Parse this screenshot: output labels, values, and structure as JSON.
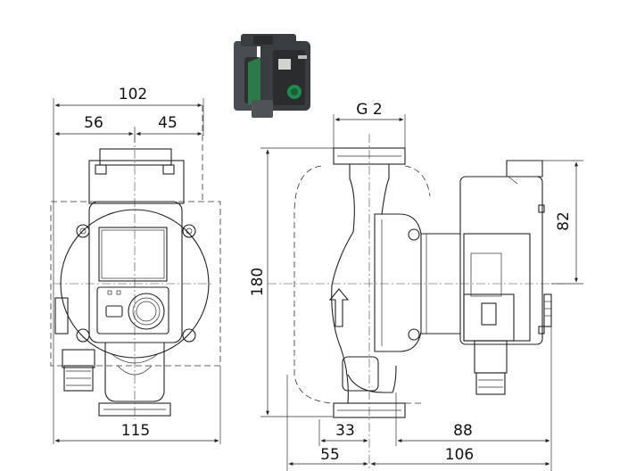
{
  "dimensions": {
    "overall_width_top": "102",
    "left_segment": "56",
    "right_segment": "45",
    "thread": "G 2",
    "height": "180",
    "motor_offset": "82",
    "overall_width_bottom": "115",
    "port_offset": "33",
    "motor_length": "88",
    "inlet_offset": "55",
    "motor_depth": "106"
  },
  "colors": {
    "line": "#222222",
    "pump_body": "#3a3d40",
    "pump_accent": "#1f8a4c",
    "display": "#2c2c2c"
  }
}
